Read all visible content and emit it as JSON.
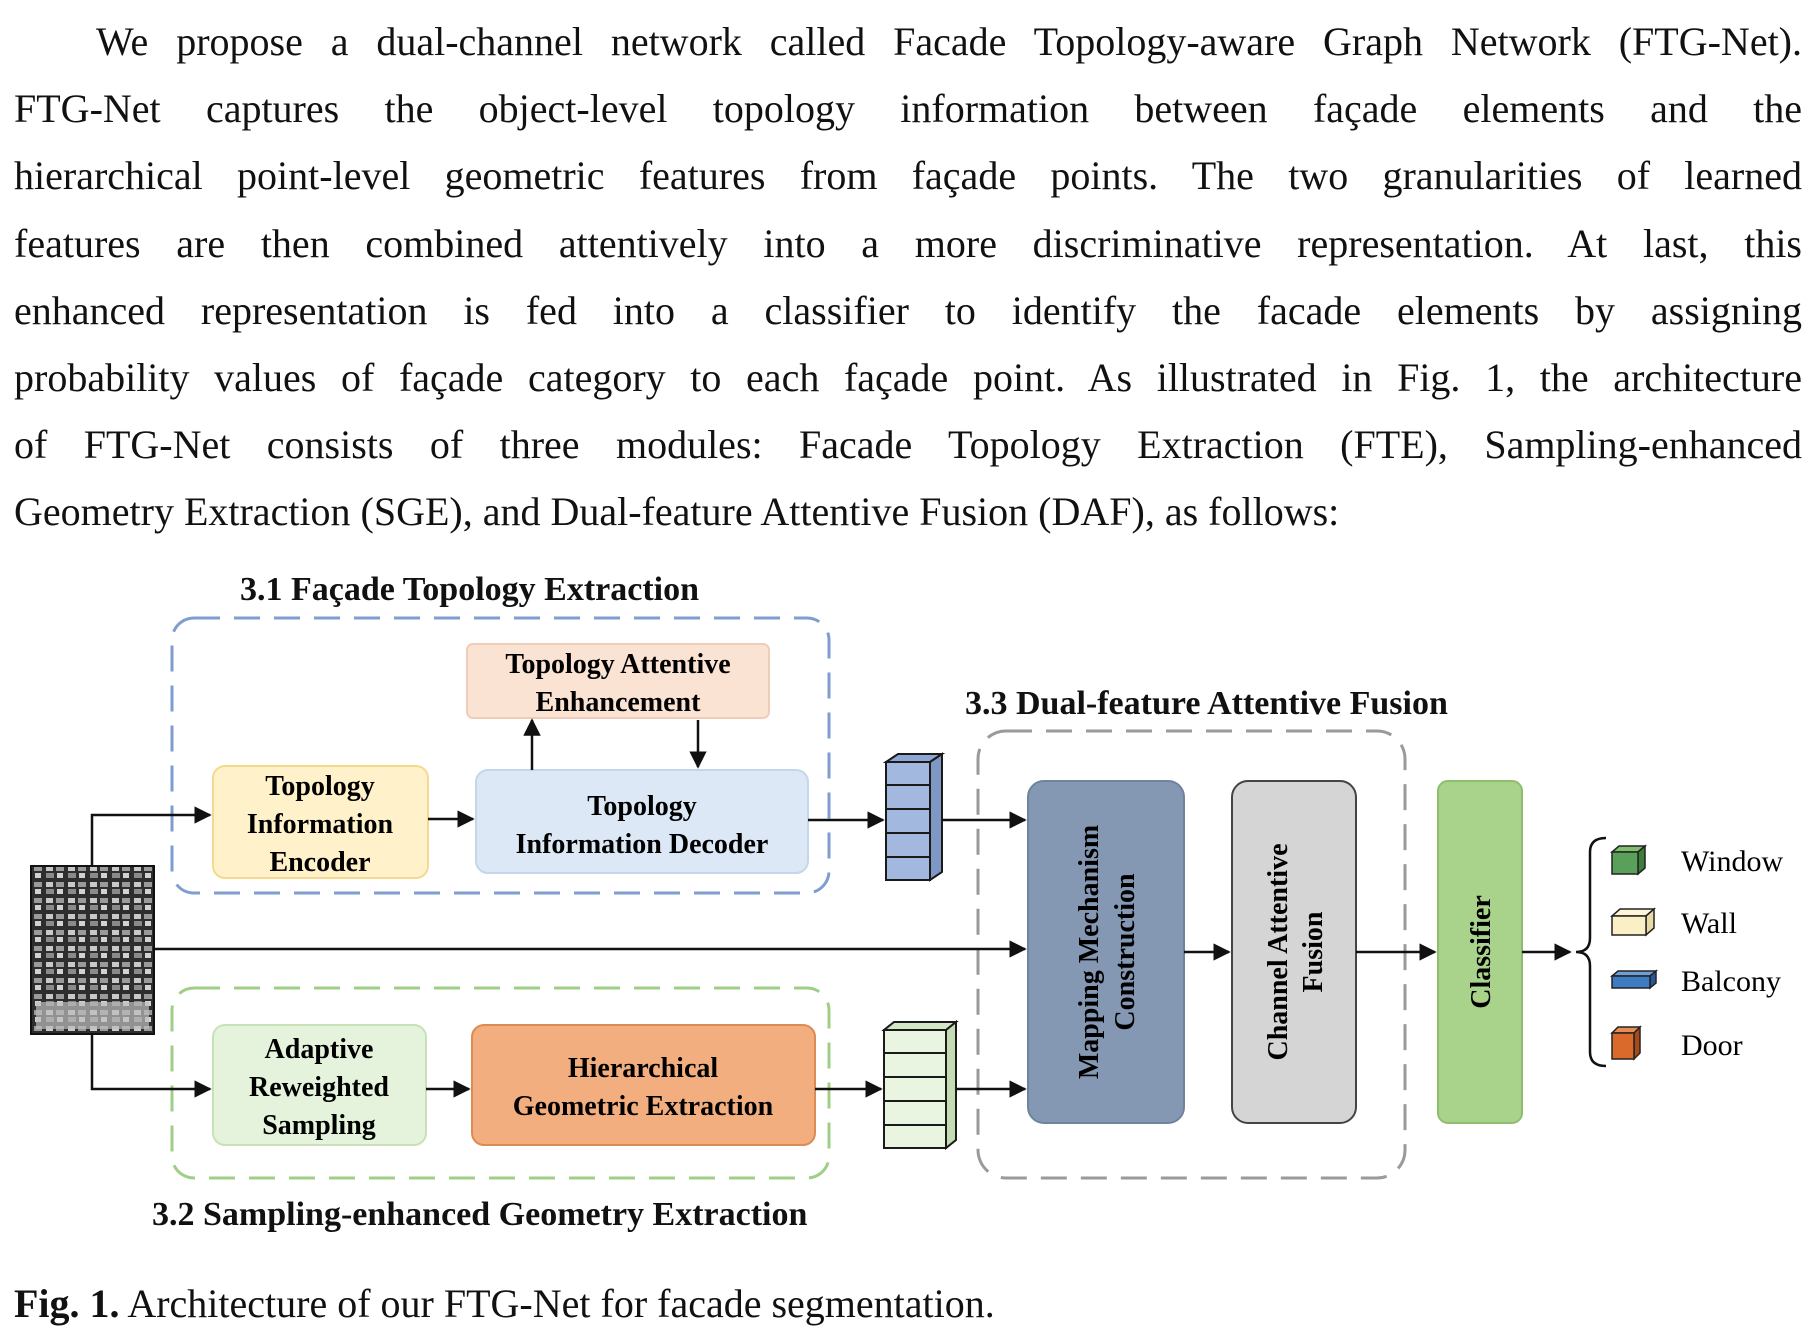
{
  "paragraph": {
    "lines": [
      "We propose a dual-channel network called Facade Topology-aware Graph Network (FTG-Net).",
      "FTG-Net captures the object-level topology information between façade elements and the",
      "hierarchical point-level geometric features from façade points. The two granularities of learned",
      "features are then combined attentively into a more discriminative representation. At last, this",
      "enhanced representation is fed into a classifier to identify the facade elements by assigning",
      "probability values of façade category to each façade point. As illustrated in Fig. 1, the architecture",
      "of FTG-Net consists of three modules: Facade Topology Extraction (FTE), Sampling-enhanced",
      "Geometry Extraction (SGE), and Dual-feature Attentive Fusion (DAF), as follows:"
    ]
  },
  "figure": {
    "sections": {
      "fte": "3.1 Façade Topology Extraction",
      "sge": "3.2 Sampling-enhanced Geometry Extraction",
      "daf": "3.3 Dual-feature Attentive Fusion"
    },
    "boxes": {
      "encoder": [
        "Topology",
        "Information",
        "Encoder"
      ],
      "decoder": [
        "Topology",
        "Information Decoder"
      ],
      "attentive_enhancement": [
        "Topology Attentive",
        "Enhancement"
      ],
      "sampling": [
        "Adaptive",
        "Reweighted",
        "Sampling"
      ],
      "hierarchical": [
        "Hierarchical",
        "Geometric Extraction"
      ],
      "mapping": [
        "Mapping Mechanism",
        "Construction"
      ],
      "channel_fusion": [
        "Channel Attentive",
        "Fusion"
      ],
      "classifier": "Classifier"
    },
    "legend": [
      {
        "label": "Window",
        "color": "#5aa05a"
      },
      {
        "label": "Wall",
        "color": "#fbefc6"
      },
      {
        "label": "Balcony",
        "color": "#3d7bc3"
      },
      {
        "label": "Door",
        "color": "#d96a2b"
      }
    ],
    "colors": {
      "fte_border": "#7f9dcf",
      "sge_border": "#9fcf86",
      "daf_border": "#9a9a9a",
      "encoder_fill": "#fff1c9",
      "decoder_fill": "#dce8f5",
      "attentive_fill": "#fbe3d4",
      "sampling_fill": "#e5f3dc",
      "hierarchical_fill": "#f2ae7f",
      "mapping_fill": "#8498b3",
      "channel_fill": "#d5d5d5",
      "classifier_fill": "#a9d38b",
      "blue_stack": "#a3b8df",
      "green_stack": "#e9f5e0"
    }
  },
  "caption": {
    "label": "Fig. 1.",
    "text": " Architecture of our FTG-Net for facade segmentation."
  }
}
